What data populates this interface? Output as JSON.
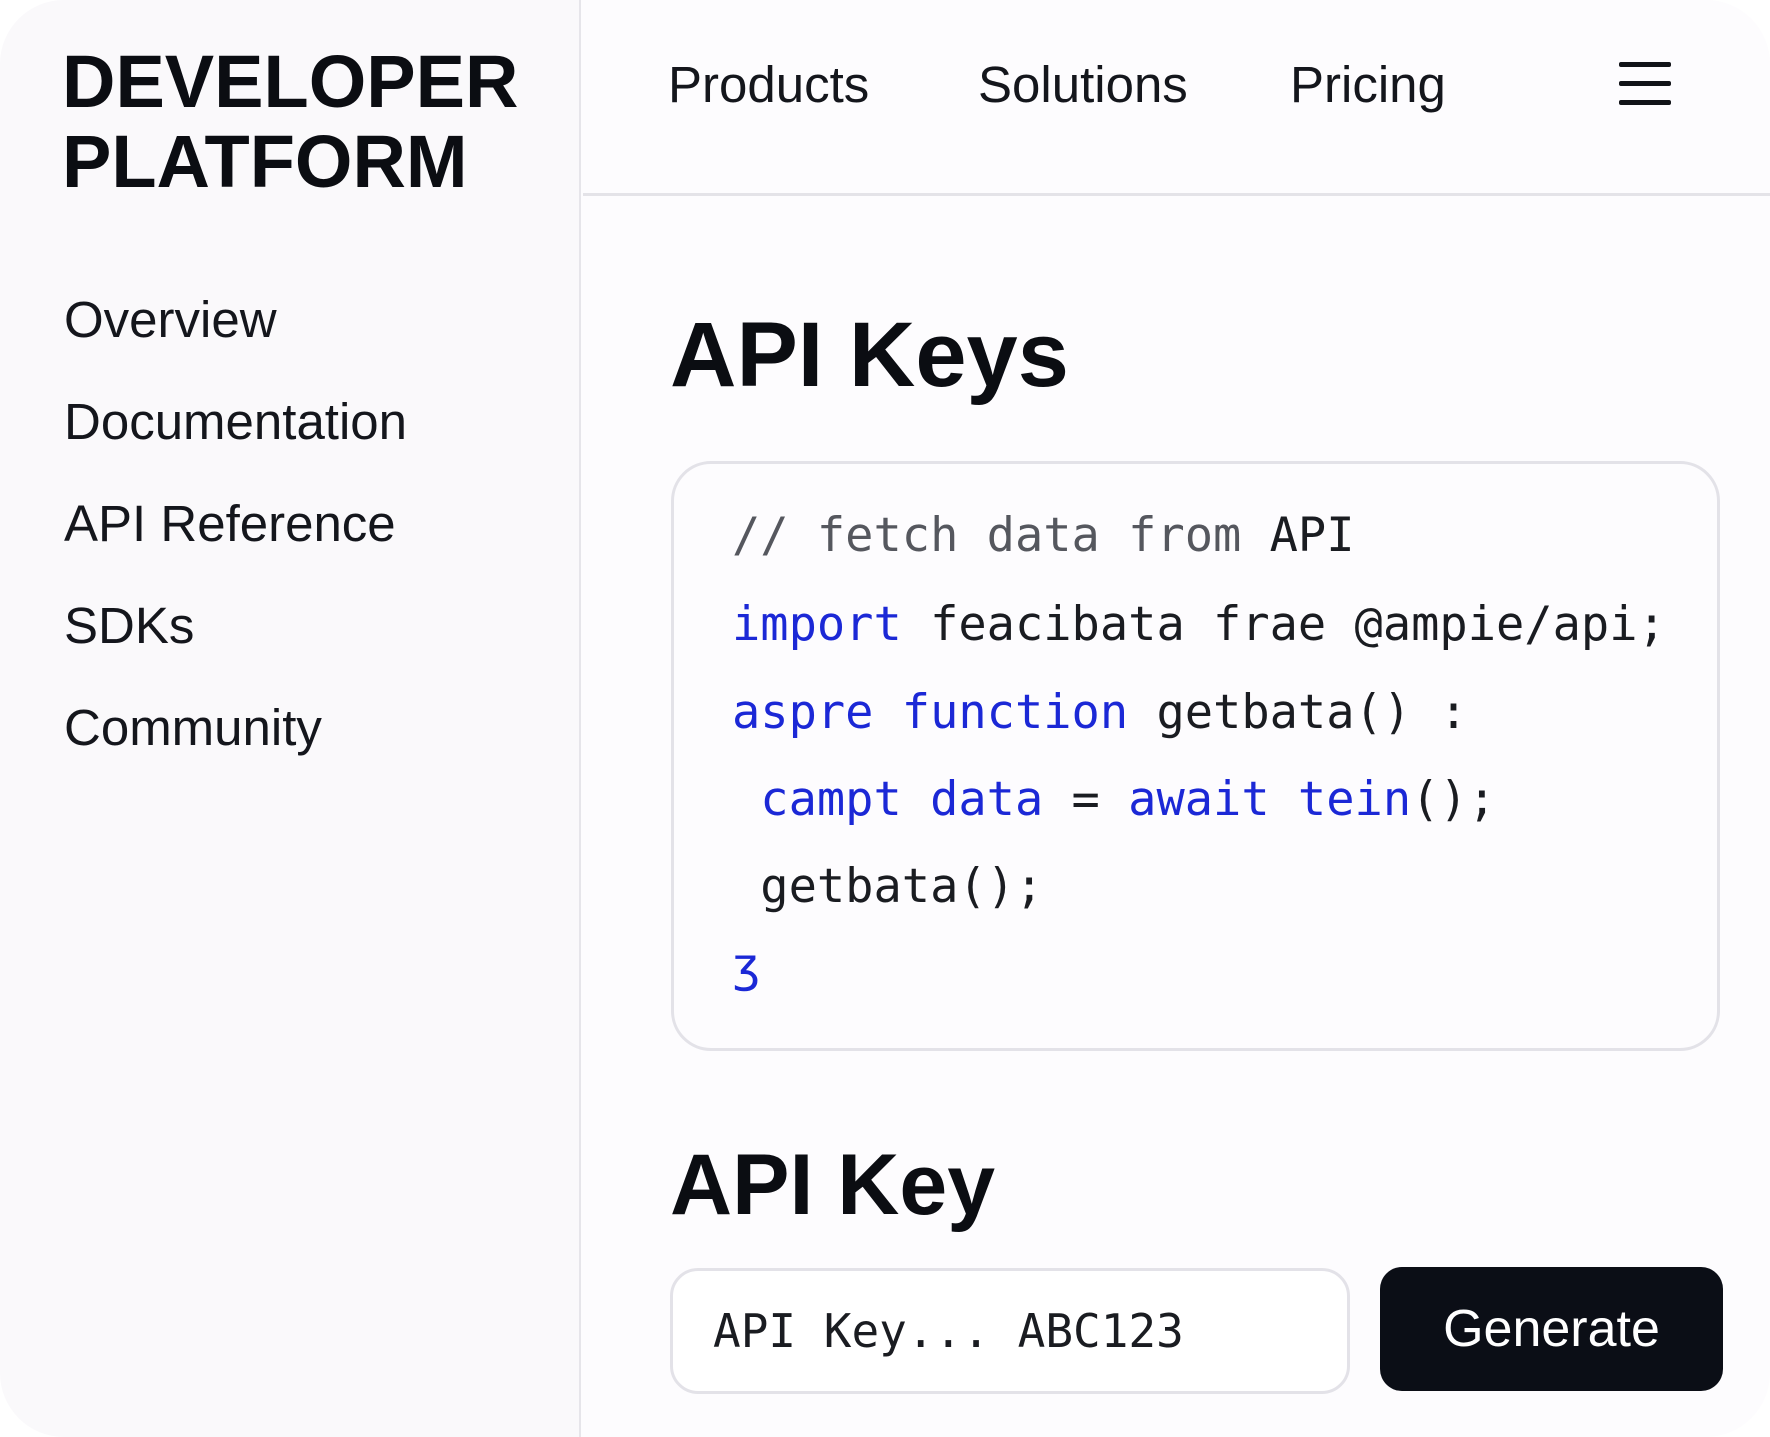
{
  "brand": {
    "line1": "DEVELOPER",
    "line2": "PLATFORM"
  },
  "sidebar": {
    "items": [
      {
        "label": "Overview"
      },
      {
        "label": "Documentation"
      },
      {
        "label": "API Reference"
      },
      {
        "label": "SDKs"
      },
      {
        "label": "Community"
      }
    ]
  },
  "topbar": {
    "nav": [
      {
        "label": "Products"
      },
      {
        "label": "Solutions"
      },
      {
        "label": "Pricing"
      }
    ],
    "menu_icon": "hamburger-menu-icon"
  },
  "main": {
    "title": "API Keys",
    "code": {
      "lines": [
        {
          "tokens": [
            {
              "t": "// fetch data from ",
              "k": "comment"
            },
            {
              "t": "API",
              "k": "plain"
            }
          ]
        },
        {
          "tokens": [
            {
              "t": "import",
              "k": "kw"
            },
            {
              "t": " feacibata frae @ampie/api;",
              "k": "plain"
            }
          ]
        },
        {
          "tokens": [
            {
              "t": "aspre function",
              "k": "kw"
            },
            {
              "t": " getbata() :",
              "k": "plain"
            }
          ]
        },
        {
          "tokens": [
            {
              "t": " campt data",
              "k": "kw"
            },
            {
              "t": " = ",
              "k": "plain"
            },
            {
              "t": "await tein",
              "k": "kw"
            },
            {
              "t": "();",
              "k": "plain"
            }
          ]
        },
        {
          "tokens": [
            {
              "t": " getbata();",
              "k": "plain"
            }
          ]
        },
        {
          "tokens": [
            {
              "t": "ʒ",
              "k": "kw"
            }
          ]
        }
      ]
    },
    "key_section": {
      "title": "API Key",
      "input_value": "API Key... ABC123",
      "generate_label": "Generate"
    }
  },
  "colors": {
    "keyword": "#1b28d6",
    "comment": "#55575e",
    "text": "#1a1c21",
    "button_bg": "#0b0e16",
    "border": "#e3e2e8"
  }
}
